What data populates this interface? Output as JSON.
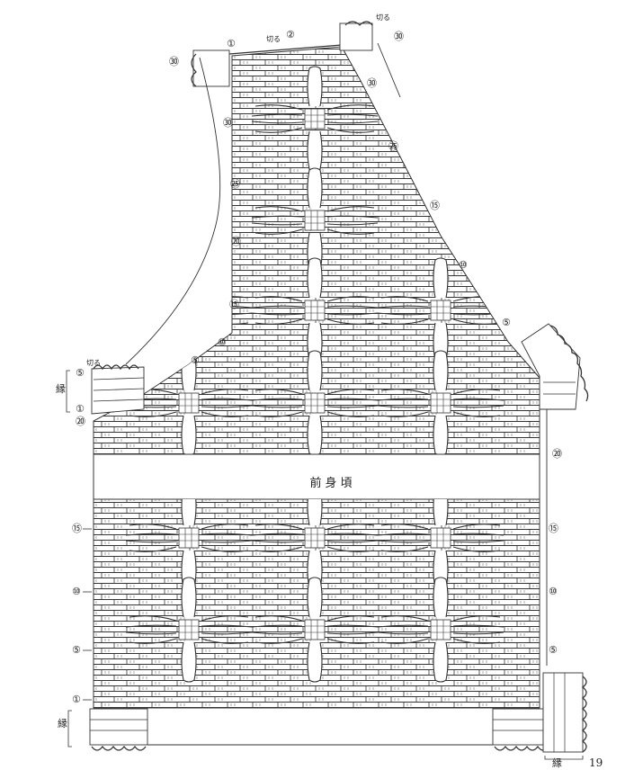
{
  "diagram": {
    "title": "前身頃",
    "page_number": "19",
    "hem_label": "縁",
    "cut_label": "切る",
    "row_markers": {
      "r1": "①",
      "r2": "②",
      "r5": "⑤",
      "r10": "⑩",
      "r15": "⑮",
      "r20": "⑳",
      "r25": "㉕",
      "r30": "㉚"
    }
  }
}
